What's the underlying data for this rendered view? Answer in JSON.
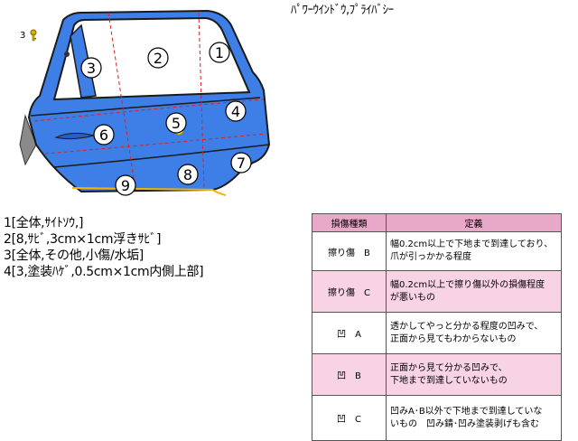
{
  "caption": "ﾊﾟﾜｰｳｲﾝﾄﾞｳ,ﾌﾟﾗｲﾊﾞｼｰ",
  "key_marker": {
    "number": "3",
    "icon": "key-icon"
  },
  "door": {
    "zones": [
      "1",
      "2",
      "3",
      "4",
      "5",
      "6",
      "7",
      "8",
      "9"
    ],
    "colors": {
      "body": "#3d7fe6",
      "body_dark": "#2a5fc0",
      "outline": "#1a1a1a",
      "glass": "#ffffff",
      "zone_line": "#e02020",
      "bumper": "#8a8a8a",
      "underside": "#f5b400"
    }
  },
  "notes": [
    "1[全体,ｻｲﾄｿｳ,]",
    "2[8,ｻﾋﾞ,3cm×1cm浮きｻﾋﾞ]",
    "3[全体,その他,小傷/水垢]",
    "4[3,塗装ﾊｹﾞ,0.5cm×1cm内側上部]"
  ],
  "legend": {
    "headers": [
      "損傷種類",
      "定義"
    ],
    "rows": [
      {
        "kind": "擦り傷　B",
        "def": [
          "幅0.2cm以上で下地まで到達しており、",
          "爪が引っかかる程度"
        ],
        "shade": "white"
      },
      {
        "kind": "擦り傷　C",
        "def": [
          "幅0.2cm以上で擦り傷以外の損傷程度",
          "が悪いもの"
        ],
        "shade": "pink"
      },
      {
        "kind": "凹　A",
        "def": [
          "透かしてやっと分かる程度の凹みで、",
          "正面から見てもわからないもの"
        ],
        "shade": "white"
      },
      {
        "kind": "凹　B",
        "def": [
          "正面から見て分かる凹みで、",
          "下地まで到達していないもの"
        ],
        "shade": "pink"
      },
      {
        "kind": "凹　C",
        "def": [
          "凹みA･B以外で下地まで到達していな",
          "いもの　凹み錆･凹み塗装剥げも含む"
        ],
        "shade": "white"
      }
    ],
    "header_color": "#e7a9c7",
    "pink_color": "#f8d3e4"
  }
}
